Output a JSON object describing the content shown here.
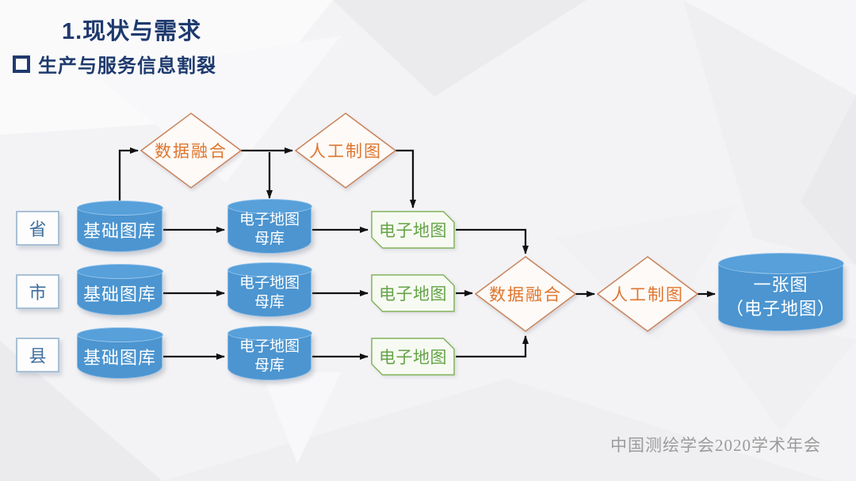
{
  "slide": {
    "title": "1.现状与需求",
    "subtitle": "生产与服务信息割裂",
    "footer": "中国测绘学会2020学术年会"
  },
  "flowchart": {
    "top_flow": {
      "fusion_label": "数据融合",
      "mapping_label": "人工制图"
    },
    "rows": [
      {
        "level": "省",
        "base_label": "基础图库",
        "master_line1": "电子地图",
        "master_line2": "母库",
        "emap_label": "电子地图"
      },
      {
        "level": "市",
        "base_label": "基础图库",
        "master_line1": "电子地图",
        "master_line2": "母库",
        "emap_label": "电子地图"
      },
      {
        "level": "县",
        "base_label": "基础图库",
        "master_line1": "电子地图",
        "master_line2": "母库",
        "emap_label": "电子地图"
      }
    ],
    "merge_flow": {
      "fusion_label": "数据融合",
      "mapping_label": "人工制图",
      "result_line1": "一张图",
      "result_line2": "（电子地图）"
    }
  },
  "colors": {
    "heading_text": "#1E3A6E",
    "cylinder_fill": "#4C95D0",
    "cylinder_text": "#FFFFFF",
    "diamond_border": "#C9845C",
    "diamond_text": "#DF752E",
    "emap_border": "#82B35D",
    "emap_fill": "#F7FAF2",
    "emap_text": "#64A347",
    "level_border": "#A9C0D6",
    "level_text": "#3E6D9C",
    "arrow": "#111111",
    "footer_text": "#9B9B9B"
  }
}
